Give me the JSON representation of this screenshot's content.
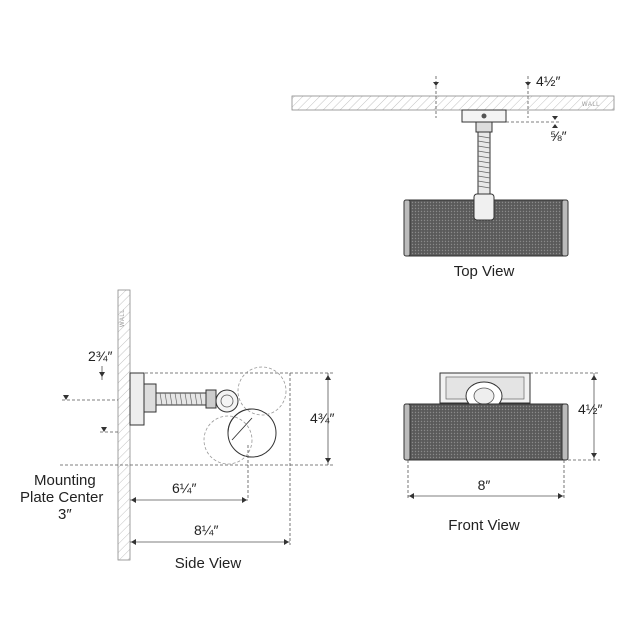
{
  "wall_label": "WALL",
  "views": {
    "top": {
      "caption": "Top View",
      "dims": {
        "depth": "4½″",
        "plate": "⅝″"
      }
    },
    "side": {
      "caption": "Side View",
      "dims": {
        "top_offset": "2¾″",
        "height": "4¾″",
        "mid_extension": "6¼″",
        "full_extension": "8¼″"
      },
      "mounting_label_line1": "Mounting",
      "mounting_label_line2": "Plate Center",
      "mounting_value": "3″"
    },
    "front": {
      "caption": "Front View",
      "dims": {
        "height": "4½″",
        "width": "8″"
      }
    }
  }
}
